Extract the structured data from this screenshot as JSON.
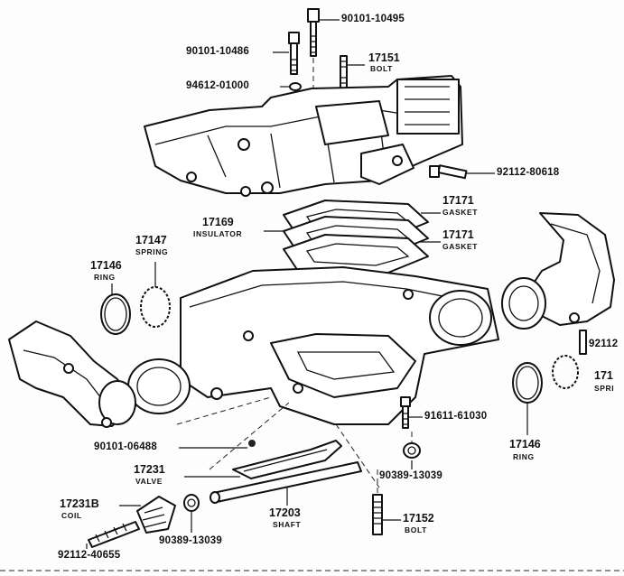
{
  "callouts": [
    {
      "id": "c1",
      "part_no": "90101-10495",
      "name": ""
    },
    {
      "id": "c2",
      "part_no": "90101-10486",
      "name": ""
    },
    {
      "id": "c3",
      "part_no": "17151",
      "name": "BOLT"
    },
    {
      "id": "c4",
      "part_no": "94612-01000",
      "name": ""
    },
    {
      "id": "c5",
      "part_no": "92112-80618",
      "name": ""
    },
    {
      "id": "c6",
      "part_no": "17171",
      "name": "GASKET"
    },
    {
      "id": "c7",
      "part_no": "17169",
      "name": "INSULATOR"
    },
    {
      "id": "c8",
      "part_no": "17171",
      "name": "GASKET"
    },
    {
      "id": "c9",
      "part_no": "17147",
      "name": "SPRING"
    },
    {
      "id": "c10",
      "part_no": "17146",
      "name": "RING"
    },
    {
      "id": "c11",
      "part_no": "92112",
      "name": ""
    },
    {
      "id": "c12",
      "part_no": "171",
      "name": "SPRI"
    },
    {
      "id": "c13",
      "part_no": "91611-61030",
      "name": ""
    },
    {
      "id": "c14",
      "part_no": "17146",
      "name": "RING"
    },
    {
      "id": "c15",
      "part_no": "90101-06488",
      "name": ""
    },
    {
      "id": "c16",
      "part_no": "17231",
      "name": "VALVE"
    },
    {
      "id": "c17",
      "part_no": "90389-13039",
      "name": ""
    },
    {
      "id": "c18",
      "part_no": "17231B",
      "name": "COIL"
    },
    {
      "id": "c19",
      "part_no": "17203",
      "name": "SHAFT"
    },
    {
      "id": "c20",
      "part_no": "17152",
      "name": "BOLT"
    },
    {
      "id": "c21",
      "part_no": "90389-13039",
      "name": ""
    },
    {
      "id": "c22",
      "part_no": "92112-40655",
      "name": ""
    }
  ]
}
